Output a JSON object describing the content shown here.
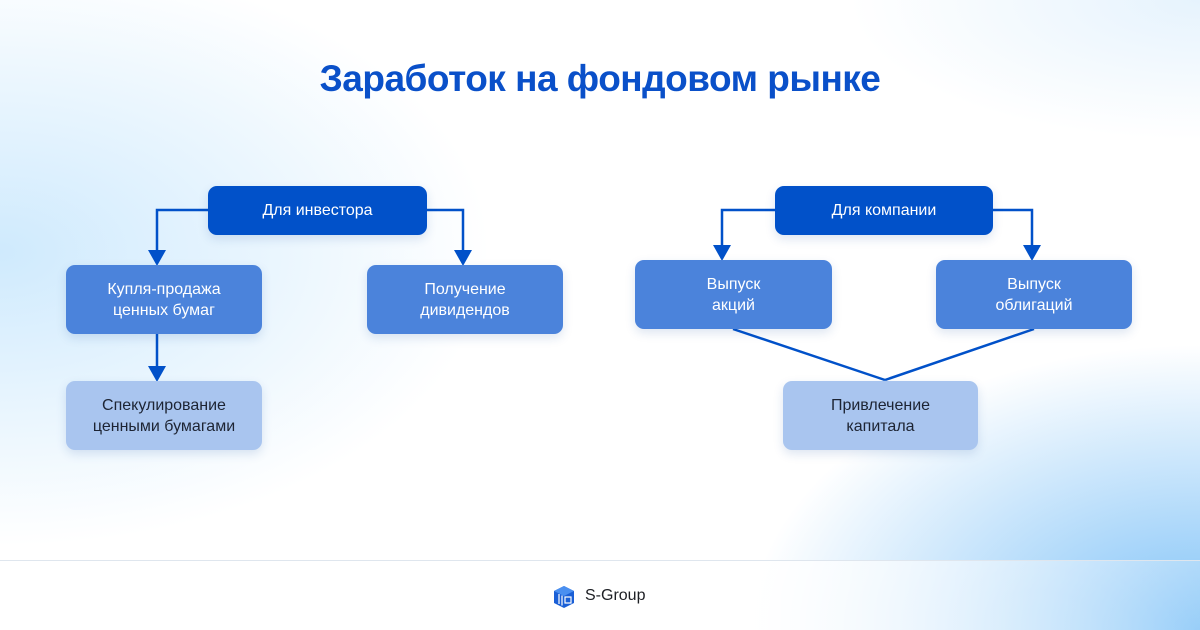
{
  "title": "Заработок на фондовом рынке",
  "investor": {
    "root": "Для инвестора",
    "trade": [
      "Купля-продажа",
      "ценных бумаг"
    ],
    "dividends": [
      "Получение",
      "дивидендов"
    ],
    "speculation": [
      "Спекулирование",
      "ценными бумагами"
    ]
  },
  "company": {
    "root": "Для компании",
    "shares": [
      "Выпуск",
      "акций"
    ],
    "bonds": [
      "Выпуск",
      "облигаций"
    ],
    "capital": [
      "Привлечение",
      "капитала"
    ]
  },
  "footer": {
    "brand": "S-Group"
  },
  "colors": {
    "primary": "#0151c9",
    "secondary": "#4b83db",
    "light": "#a9c5ef"
  }
}
